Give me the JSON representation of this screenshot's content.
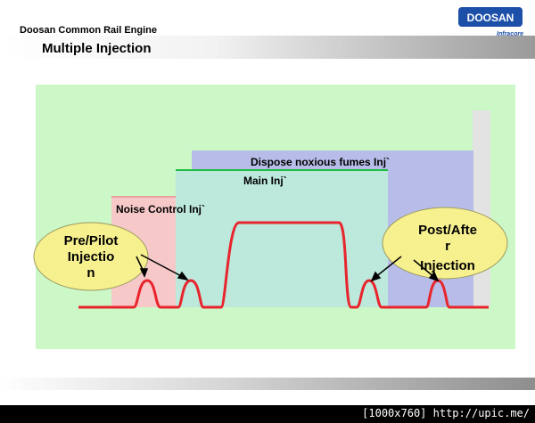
{
  "header": {
    "company_title": "Doosan Common Rail Engine",
    "slide_title": "Multiple Injection",
    "logo_brand": "DOOSAN",
    "logo_sub": "Infracore"
  },
  "diagram": {
    "labels": {
      "dispose": "Dispose noxious fumes Inj`",
      "main": "Main Inj`",
      "noise": "Noise Control Inj`"
    },
    "callout_left": [
      "Pre/Pilot",
      "Injectio",
      "n"
    ],
    "callout_right": [
      "Post/Afte",
      "r",
      "Injection"
    ],
    "colors": {
      "background": "#ccf7c6",
      "noise_region": "#f7c8c8",
      "main_region": "#bde8dc",
      "dispose_region": "#b7bde8",
      "main_line": "#22bb44",
      "signal": "#e8242c",
      "callout_fill": "#f7f08f"
    }
  },
  "footer": {
    "watermark": "[1000x760] http://upic.me/"
  }
}
